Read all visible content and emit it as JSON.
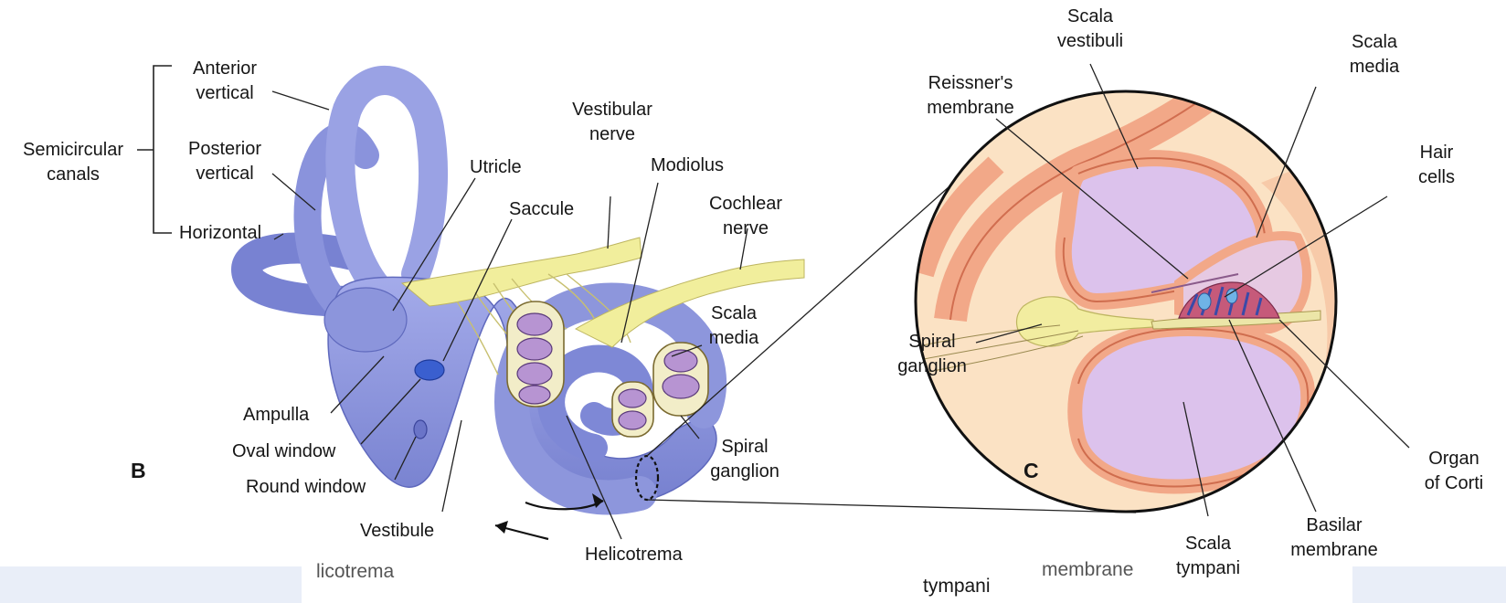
{
  "panel_b": {
    "letter": "B",
    "semicircular_canals": "Semicircular\ncanals",
    "anterior_vertical": "Anterior\nvertical",
    "posterior_vertical": "Posterior\nvertical",
    "horizontal": "Horizontal",
    "utricle": "Utricle",
    "saccule": "Saccule",
    "vestibular_nerve": "Vestibular\nnerve",
    "modiolus": "Modiolus",
    "cochlear_nerve": "Cochlear\nnerve",
    "scala_media": "Scala\nmedia",
    "spiral_ganglion": "Spiral\nganglion",
    "ampulla": "Ampulla",
    "oval_window": "Oval window",
    "round_window": "Round window",
    "vestibule": "Vestibule",
    "helicotrema": "Helicotrema"
  },
  "panel_c": {
    "letter": "C",
    "scala_vestibuli": "Scala\nvestibuli",
    "scala_media": "Scala\nmedia",
    "reissners_membrane": "Reissner's\nmembrane",
    "hair_cells": "Hair\ncells",
    "spiral_ganglion": "Spiral\nganglion",
    "organ_of_corti": "Organ\nof Corti",
    "basilar_membrane": "Basilar\nmembrane",
    "scala_tympani": "Scala\ntympani"
  },
  "underlay_text": {
    "helicotrema_fragment": "licotrema",
    "tympani": "tympani",
    "membrane_fragment": "membrane"
  },
  "colors": {
    "labyrinth_blue": "#8c95dc",
    "nerve_yellow": "#f1ee9c",
    "lumen_purple": "#dcc2ec",
    "tissue_salmon": "#f3a987",
    "background_peach": "#fbe2c4"
  }
}
